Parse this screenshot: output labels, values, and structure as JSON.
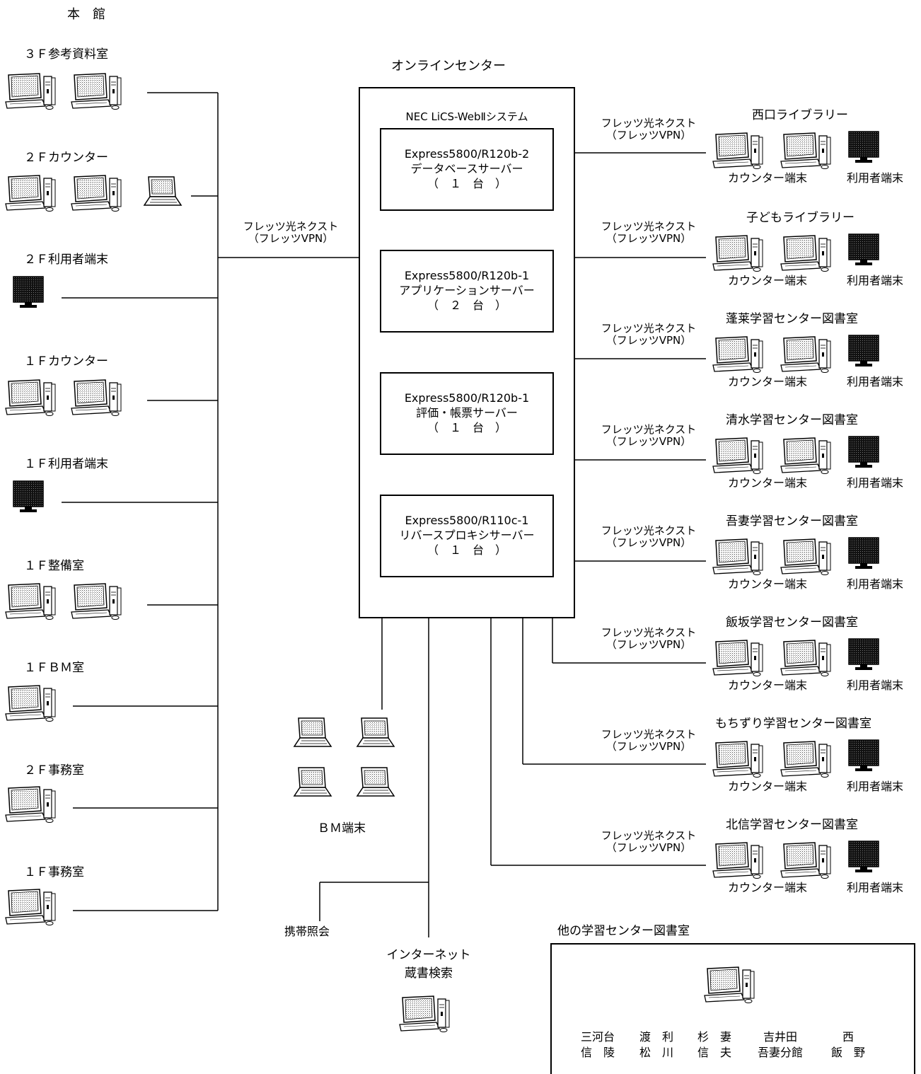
{
  "honkan": {
    "title": "本　館",
    "rooms": [
      {
        "label": "３Ｆ参考資料室",
        "devices": [
          "desktop",
          "desktop"
        ]
      },
      {
        "label": "２Ｆカウンター",
        "devices": [
          "desktop",
          "desktop",
          "laptop"
        ]
      },
      {
        "label": "２Ｆ利用者端末",
        "devices": [
          "monitor"
        ]
      },
      {
        "label": "１Ｆカウンター",
        "devices": [
          "desktop",
          "desktop"
        ]
      },
      {
        "label": "１Ｆ利用者端末",
        "devices": [
          "monitor"
        ]
      },
      {
        "label": "１Ｆ整備室",
        "devices": [
          "desktop",
          "desktop"
        ]
      },
      {
        "label": "１ＦＢＭ室",
        "devices": [
          "desktop"
        ]
      },
      {
        "label": "２Ｆ事務室",
        "devices": [
          "desktop"
        ]
      },
      {
        "label": "１Ｆ事務室",
        "devices": [
          "desktop"
        ]
      }
    ]
  },
  "link_label": {
    "line1": "フレッツ光ネクスト",
    "line2": "（フレッツVPN）"
  },
  "center": {
    "title": "オンラインセンター",
    "system": "NEC LiCS-WebⅡシステム",
    "servers": [
      {
        "model": "Express5800/R120b-2",
        "role": "データベースサーバー",
        "count": "（　１　台　）"
      },
      {
        "model": "Express5800/R120b-1",
        "role": "アプリケーションサーバー",
        "count": "（　２　台　）"
      },
      {
        "model": "Express5800/R120b-1",
        "role": "評価・帳票サーバー",
        "count": "（　１　台　）"
      },
      {
        "model": "Express5800/R110c-1",
        "role": "リバースプロキシサーバー",
        "count": "（　１　台　）"
      }
    ]
  },
  "branch_device_labels": {
    "counter": "カウンター端末",
    "user": "利用者端末"
  },
  "branches": [
    {
      "name": "西口ライブラリー"
    },
    {
      "name": "子どもライブラリー"
    },
    {
      "name": "蓬莱学習センター図書室"
    },
    {
      "name": "清水学習センター図書室"
    },
    {
      "name": "吾妻学習センター図書室"
    },
    {
      "name": "飯坂学習センター図書室"
    },
    {
      "name": "もちずり学習センター図書室"
    },
    {
      "name": "北信学習センター図書室"
    }
  ],
  "bm": {
    "label": "ＢＭ端末"
  },
  "mobile": {
    "label": "携帯照会"
  },
  "internet": {
    "line1": "インターネット",
    "line2": "蔵書検索"
  },
  "others": {
    "title": "他の学習センター図書室",
    "row1": [
      "三河台",
      "渡　利",
      "杉　妻",
      "吉井田",
      "西"
    ],
    "row2": [
      "信　陵",
      "松　川",
      "信　夫",
      "吾妻分館",
      "飯　野"
    ]
  }
}
